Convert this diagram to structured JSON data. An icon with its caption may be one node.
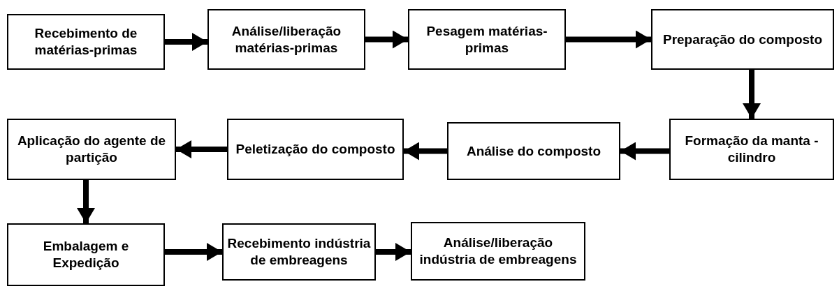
{
  "diagram": {
    "nodes": [
      {
        "text": [
          "Recebimento de matérias-primas"
        ]
      },
      {
        "text": [
          "Análise/liberação matérias-primas"
        ]
      },
      {
        "text": [
          "Pesagem matérias-primas"
        ]
      },
      {
        "text": [
          "Preparação do composto"
        ]
      },
      {
        "text": [
          "Formação da manta - cilindro"
        ]
      },
      {
        "text": [
          "Análise do composto"
        ]
      },
      {
        "text": [
          "Peletização do composto"
        ]
      },
      {
        "text": [
          "Aplicação do agente de partição"
        ]
      },
      {
        "text": [
          "Embalagem e Expedição"
        ]
      },
      {
        "text": [
          "Recebimento indústria de embreagens"
        ]
      },
      {
        "text": [
          "Análise/liberação indústria de embreagens"
        ]
      }
    ],
    "edges": [
      {
        "from": 0,
        "to": 1,
        "arrow": "to"
      },
      {
        "from": 1,
        "to": 2,
        "arrow": "to"
      },
      {
        "from": 2,
        "to": 3,
        "arrow": "to"
      },
      {
        "from": 3,
        "to": 4,
        "arrow": "to"
      },
      {
        "from": 4,
        "to": 5,
        "arrow": "to"
      },
      {
        "from": 5,
        "to": 6,
        "arrow": "to"
      },
      {
        "from": 6,
        "to": 7,
        "arrow": "to"
      },
      {
        "from": 7,
        "to": 8,
        "arrow": "to"
      },
      {
        "from": 8,
        "to": 9,
        "arrow": "to"
      },
      {
        "from": 9,
        "to": 10,
        "arrow": "to"
      }
    ]
  }
}
